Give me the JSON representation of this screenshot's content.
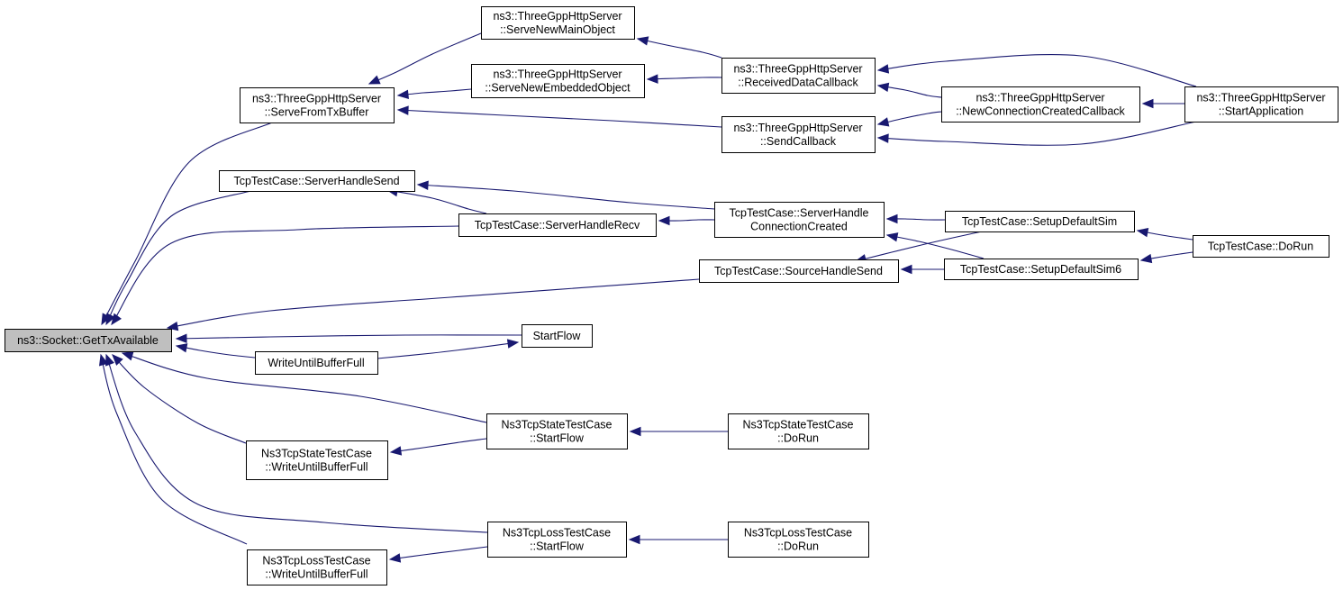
{
  "nodes": [
    {
      "id": "n0",
      "lines": [
        "ns3::Socket::GetTxAvailable"
      ],
      "focus": true
    },
    {
      "id": "n1",
      "lines": [
        "ns3::ThreeGppHttpServer",
        "::ServeFromTxBuffer"
      ]
    },
    {
      "id": "n2",
      "lines": [
        "ns3::ThreeGppHttpServer",
        "::ServeNewMainObject"
      ]
    },
    {
      "id": "n3",
      "lines": [
        "ns3::ThreeGppHttpServer",
        "::ServeNewEmbeddedObject"
      ]
    },
    {
      "id": "n4",
      "lines": [
        "ns3::ThreeGppHttpServer",
        "::ReceivedDataCallback"
      ]
    },
    {
      "id": "n5",
      "lines": [
        "ns3::ThreeGppHttpServer",
        "::SendCallback"
      ]
    },
    {
      "id": "n6",
      "lines": [
        "ns3::ThreeGppHttpServer",
        "::NewConnectionCreatedCallback"
      ]
    },
    {
      "id": "n7",
      "lines": [
        "ns3::ThreeGppHttpServer",
        "::StartApplication"
      ]
    },
    {
      "id": "n8",
      "lines": [
        "TcpTestCase::ServerHandleSend"
      ]
    },
    {
      "id": "n9",
      "lines": [
        "TcpTestCase::ServerHandleRecv"
      ]
    },
    {
      "id": "n10",
      "lines": [
        "TcpTestCase::ServerHandle",
        "ConnectionCreated"
      ]
    },
    {
      "id": "n11",
      "lines": [
        "TcpTestCase::SetupDefaultSim"
      ]
    },
    {
      "id": "n12",
      "lines": [
        "TcpTestCase::SetupDefaultSim6"
      ]
    },
    {
      "id": "n13",
      "lines": [
        "TcpTestCase::DoRun"
      ]
    },
    {
      "id": "n14",
      "lines": [
        "TcpTestCase::SourceHandleSend"
      ]
    },
    {
      "id": "n15",
      "lines": [
        "StartFlow"
      ]
    },
    {
      "id": "n16",
      "lines": [
        "WriteUntilBufferFull"
      ]
    },
    {
      "id": "n17",
      "lines": [
        "Ns3TcpStateTestCase",
        "::StartFlow"
      ]
    },
    {
      "id": "n18",
      "lines": [
        "Ns3TcpStateTestCase",
        "::DoRun"
      ]
    },
    {
      "id": "n19",
      "lines": [
        "Ns3TcpStateTestCase",
        "::WriteUntilBufferFull"
      ]
    },
    {
      "id": "n20",
      "lines": [
        "Ns3TcpLossTestCase",
        "::StartFlow"
      ]
    },
    {
      "id": "n21",
      "lines": [
        "Ns3TcpLossTestCase",
        "::DoRun"
      ]
    },
    {
      "id": "n22",
      "lines": [
        "Ns3TcpLossTestCase",
        "::WriteUntilBufferFull"
      ]
    }
  ],
  "edges": [
    {
      "from": "n1",
      "to": "n0"
    },
    {
      "from": "n8",
      "to": "n0"
    },
    {
      "from": "n9",
      "to": "n0"
    },
    {
      "from": "n14",
      "to": "n0"
    },
    {
      "from": "n15",
      "to": "n0"
    },
    {
      "from": "n16",
      "to": "n0"
    },
    {
      "from": "n17",
      "to": "n0"
    },
    {
      "from": "n19",
      "to": "n0"
    },
    {
      "from": "n20",
      "to": "n0"
    },
    {
      "from": "n22",
      "to": "n0"
    },
    {
      "from": "n2",
      "to": "n1"
    },
    {
      "from": "n3",
      "to": "n1"
    },
    {
      "from": "n5",
      "to": "n1"
    },
    {
      "from": "n4",
      "to": "n2"
    },
    {
      "from": "n4",
      "to": "n3"
    },
    {
      "from": "n6",
      "to": "n4"
    },
    {
      "from": "n7",
      "to": "n4"
    },
    {
      "from": "n6",
      "to": "n5"
    },
    {
      "from": "n7",
      "to": "n5"
    },
    {
      "from": "n7",
      "to": "n6"
    },
    {
      "from": "n9",
      "to": "n8"
    },
    {
      "from": "n10",
      "to": "n8"
    },
    {
      "from": "n10",
      "to": "n9"
    },
    {
      "from": "n11",
      "to": "n10"
    },
    {
      "from": "n12",
      "to": "n10"
    },
    {
      "from": "n11",
      "to": "n14"
    },
    {
      "from": "n12",
      "to": "n14"
    },
    {
      "from": "n13",
      "to": "n11"
    },
    {
      "from": "n13",
      "to": "n12"
    },
    {
      "from": "n16",
      "to": "n15"
    },
    {
      "from": "n19",
      "to": "n17"
    },
    {
      "from": "n18",
      "to": "n17"
    },
    {
      "from": "n22",
      "to": "n20"
    },
    {
      "from": "n21",
      "to": "n20"
    }
  ],
  "colors": {
    "edge": "#191970",
    "focus_fill": "#bfbfbf",
    "node_fill": "#ffffff",
    "node_border": "#000000"
  }
}
